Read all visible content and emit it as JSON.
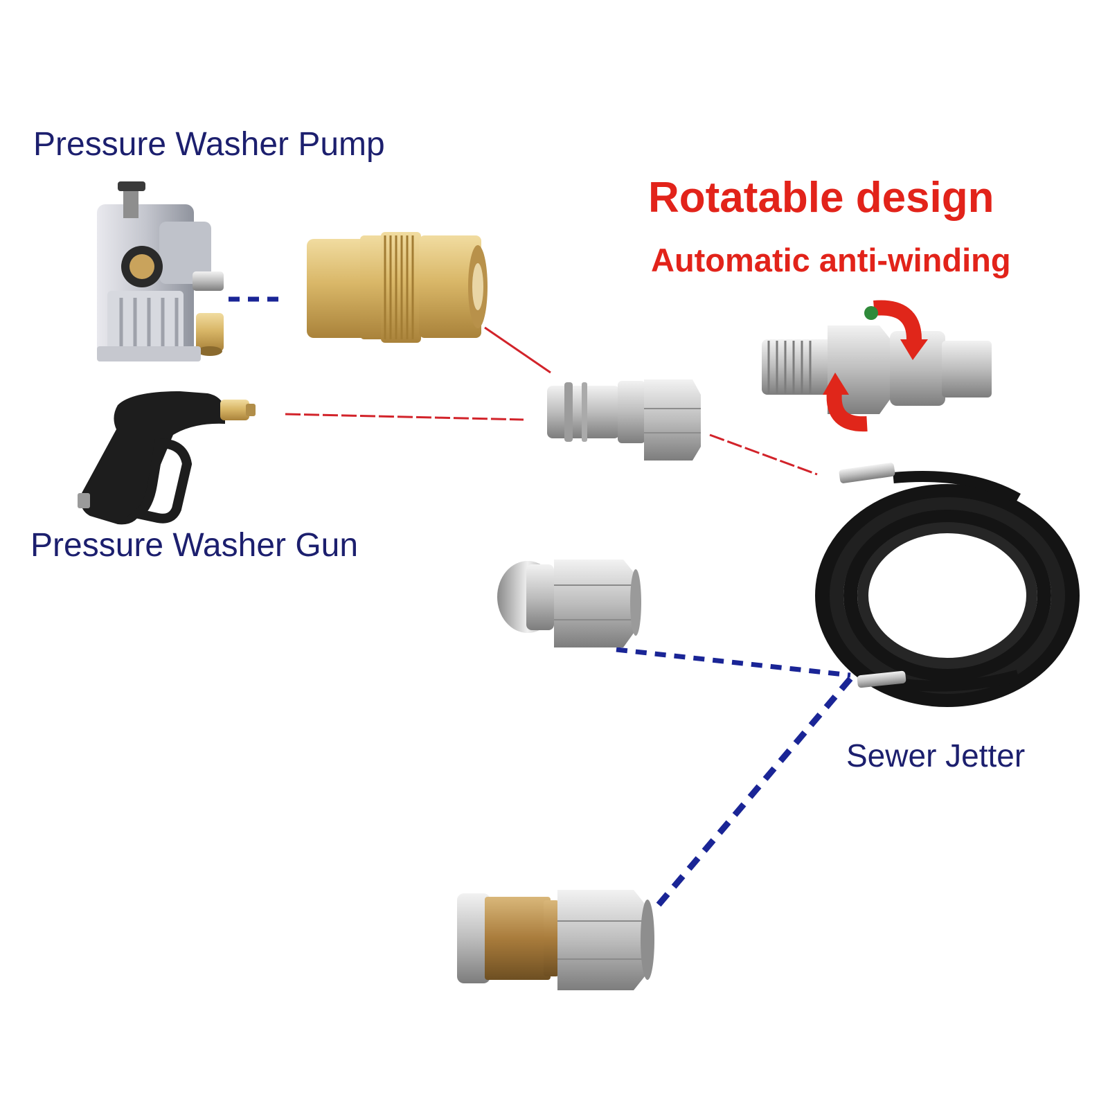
{
  "labels": {
    "pump": "Pressure Washer Pump",
    "gun": "Pressure Washer Gun",
    "jetter": "Sewer Jetter",
    "rotatable": "Rotatable design",
    "anti_winding": "Automatic anti-winding"
  },
  "colors": {
    "label_text": "#1c1f6e",
    "highlight_text": "#e2231a",
    "blue_connector": "#1a2596",
    "red_connector": "#d2232a",
    "brass": "#d8b56a",
    "steel": "#c9c9c9",
    "hose": "#141414"
  },
  "components": [
    {
      "name": "pump",
      "icon": "pressure-washer-pump-icon"
    },
    {
      "name": "brass-quick-coupler",
      "icon": "brass-coupler-icon"
    },
    {
      "name": "pressure-washer-gun",
      "icon": "spray-gun-icon"
    },
    {
      "name": "quick-connect-plug",
      "icon": "quick-connect-icon"
    },
    {
      "name": "rotating-swivel",
      "icon": "swivel-fitting-icon"
    },
    {
      "name": "sewer-jetter-hose",
      "icon": "hose-coil-icon"
    },
    {
      "name": "button-nozzle",
      "icon": "steel-nozzle-icon"
    },
    {
      "name": "rotating-nozzle",
      "icon": "brass-rotating-nozzle-icon"
    }
  ]
}
